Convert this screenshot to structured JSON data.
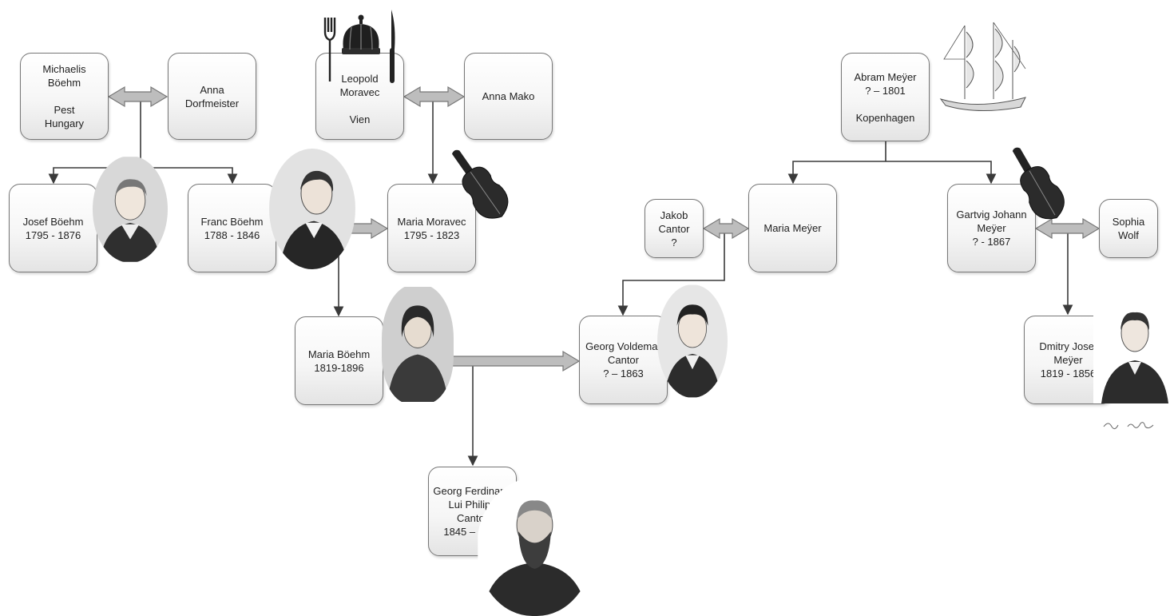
{
  "people": {
    "michaelis": "Michaelis\nBöehm\n\nPest\nHungary",
    "anna_dorf": "Anna\nDorfmeister",
    "leopold": "Leopold\nMoravec\n\nVien",
    "anna_mako": "Anna Mako",
    "josef": "Josef Böehm\n1795 - 1876",
    "franc": "Franc Böehm\n1788 - 1846",
    "maria_moravec": "Maria Moravec\n1795 - 1823",
    "maria_boehm": "Maria Böehm\n1819-1896",
    "georg_voldemar": "Georg Voldemar\nCantor\n? – 1863",
    "georg_ferdinand": "Georg Ferdinand\nLui Philipp\nCantor\n1845 – 1918",
    "abram": "Abram Meÿer\n? – 1801\n\nKopenhagen",
    "jakob": "Jakob\nCantor\n?",
    "maria_meyer": "Maria Meÿer",
    "gartvig": "Gartvig Johann\nMeÿer\n? - 1867",
    "sophia": "Sophia\nWolf",
    "dmitry": "Dmitry Josef\nMeÿer\n1819 - 1856"
  },
  "colors": {
    "line": "#3a3a3a",
    "marriage_arrow_fill": "#bdbdbd",
    "marriage_arrow_stroke": "#777777",
    "box_border": "#777777"
  },
  "icons": [
    "fork-icon",
    "crown-icon",
    "knife-icon",
    "violin-icon",
    "sailing-ship-icon",
    "signature-mark"
  ]
}
